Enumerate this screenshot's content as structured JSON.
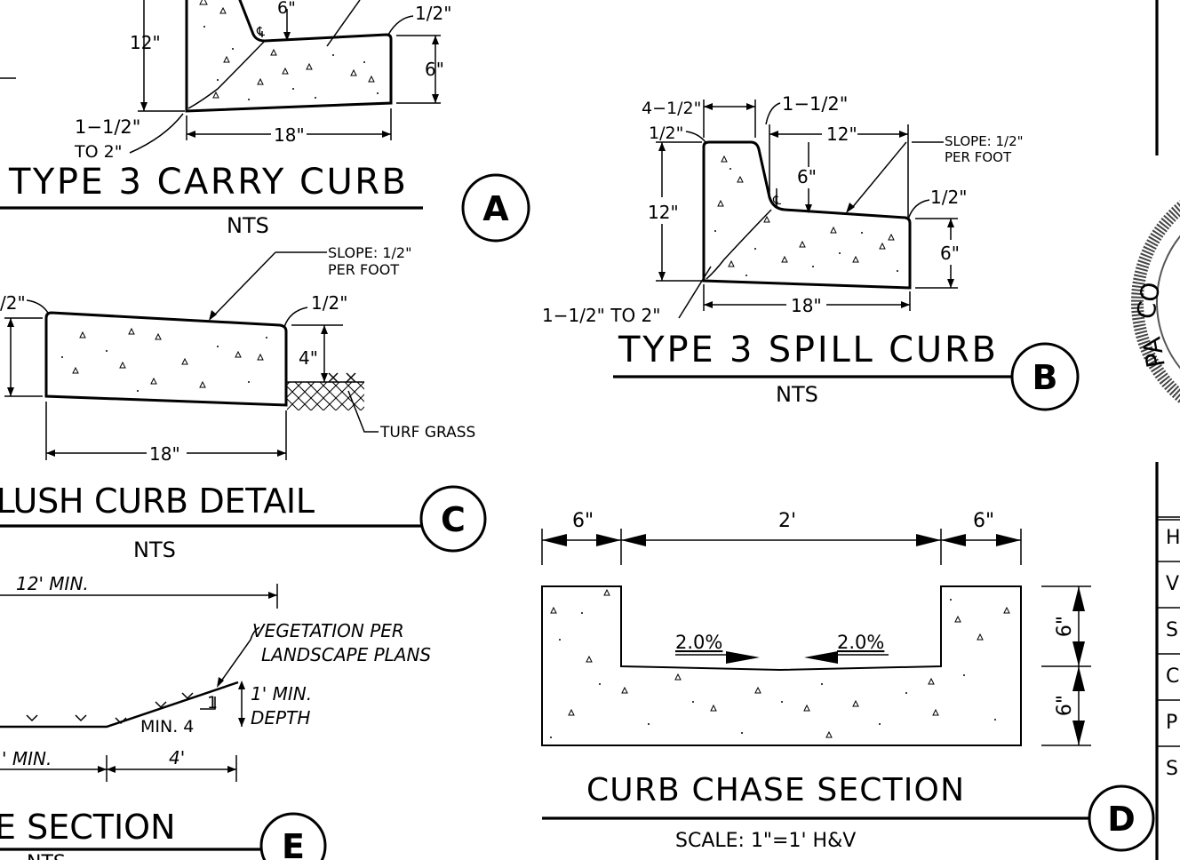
{
  "detail_a": {
    "title": "TYPE 3 CARRY CURB",
    "scale": "NTS",
    "tag": "A",
    "dims": {
      "top_six": "6\"",
      "half_right": "1/2\"",
      "height": "12\"",
      "right_six": "6\"",
      "width": "18\"",
      "chamfer_1": "1−1/2\"",
      "chamfer_2": "TO 2\"",
      "centerline": "℄"
    }
  },
  "detail_b": {
    "title": "TYPE 3 SPILL CURB",
    "scale": "NTS",
    "tag": "B",
    "dims": {
      "top_left": "4−1/2\"",
      "half_left": "1/2\"",
      "one_half": "1−1/2\"",
      "top_width": "12\"",
      "slope_1": "SLOPE: 1/2\"",
      "slope_2": "PER FOOT",
      "depth": "6\"",
      "half_right": "1/2\"",
      "height": "12\"",
      "right_six": "6\"",
      "width": "18\"",
      "chamfer": "1−1/2\" TO 2\"",
      "centerline": "℄"
    }
  },
  "detail_c": {
    "title": "FLUSH CURB DETAIL",
    "scale": "NTS",
    "tag": "C",
    "dims": {
      "half_left": "/2\"",
      "slope_1": "SLOPE: 1/2\"",
      "slope_2": "PER FOOT",
      "half_right": "1/2\"",
      "four": "4\"",
      "width": "18\"",
      "turf": "TURF GRASS"
    }
  },
  "detail_d": {
    "title": "CURB CHASE SECTION",
    "scale": "SCALE: 1\"=1' H&V",
    "tag": "D",
    "dims": {
      "left_six": "6\"",
      "center": "2'",
      "right_six": "6\"",
      "slope_left": "2.0%",
      "slope_right": "2.0%",
      "v_top": "6\"",
      "v_bottom": "6\""
    }
  },
  "detail_e": {
    "title": "E SECTION",
    "scale": "NTS",
    "tag": "E",
    "dims": {
      "min_width": "12' MIN.",
      "veg_1": "VEGETATION PER",
      "veg_2": "LANDSCAPE PLANS",
      "depth_1": "1' MIN.",
      "depth_2": "DEPTH",
      "slope_rise": "1",
      "slope_run": "MIN.  4",
      "left_min": "' MIN.",
      "four_ft": "4'"
    }
  },
  "title_block": {
    "rows": [
      "H",
      "V",
      "S",
      "C",
      "P",
      "S"
    ]
  }
}
